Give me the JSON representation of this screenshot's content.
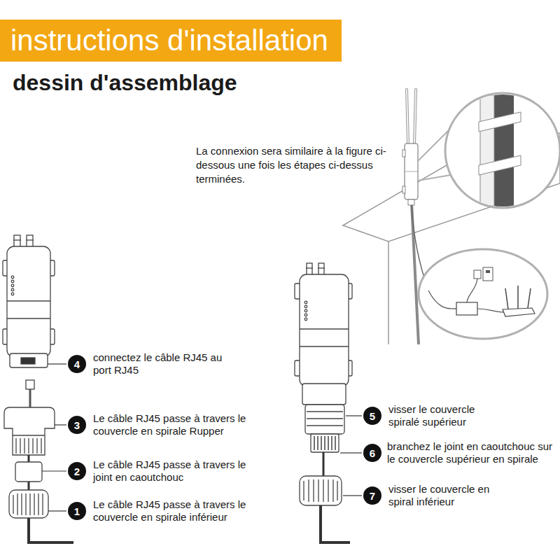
{
  "diagram": {
    "title": "instructions d'installation",
    "nodes": [
      {
        "text": [
          "4"
        ]
      },
      {
        "text": [
          "3"
        ]
      },
      {
        "text": [
          "2"
        ]
      },
      {
        "text": [
          "1"
        ]
      },
      {
        "text": [
          "5"
        ]
      },
      {
        "text": [
          "6"
        ]
      },
      {
        "text": [
          "7"
        ]
      }
    ],
    "labels": [
      "dessin d'assemblage",
      "La connexion sera similaire à la figure ci-dessous une fois les étapes ci-dessus terminées.",
      "connectez le câble RJ45 au port RJ45",
      "Le câble RJ45 passe à travers le couvercle en spirale Rupper",
      "Le câble RJ45 passe à travers le joint en caoutchouc",
      "Le câble RJ45 passe à travers le couvercle en spirale inférieur",
      "visser le couvercle spiralé supérieur",
      "branchez le joint en caoutchouc sur le couvercle supérieur en spirale",
      "visser le couvercle en spiral inférieur"
    ]
  }
}
